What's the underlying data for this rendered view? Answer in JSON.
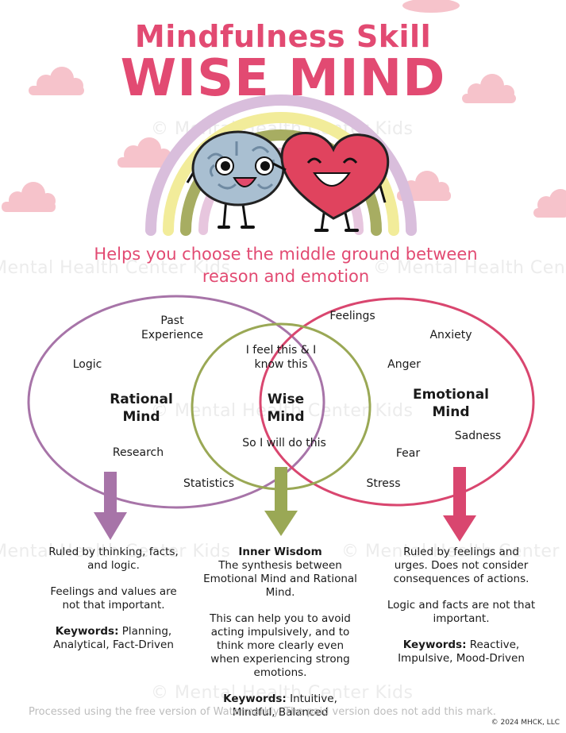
{
  "title_line1": "Mindfulness Skill",
  "title_line2": "WISE MIND",
  "subtitle": "Helps you choose the middle ground between reason and emotion",
  "watermark_text": "© Mental Health Center Kids",
  "venn": {
    "rational": {
      "label": "Rational Mind",
      "words": [
        "Past Experience",
        "Logic",
        "Research",
        "Statistics"
      ]
    },
    "wise": {
      "label": "Wise Mind",
      "top": "I feel this & I know this",
      "bottom": "So I will do this"
    },
    "emotional": {
      "label": "Emotional Mind",
      "words": [
        "Feelings",
        "Anxiety",
        "Anger",
        "Sadness",
        "Fear",
        "Stress"
      ]
    }
  },
  "columns": {
    "rational": {
      "p1": "Ruled by thinking, facts, and logic.",
      "p2": "Feelings and values are not that important.",
      "keywords_label": "Keywords:",
      "keywords": "Planning, Analytical, Fact-Driven"
    },
    "wise": {
      "heading": "Inner Wisdom",
      "p1": "The synthesis between Emotional Mind and Rational Mind.",
      "p2": "This can help you to avoid acting impulsively, and to think more clearly even when experiencing strong emotions.",
      "keywords_label": "Keywords:",
      "keywords": "Intuitive, Mindful, Balanced"
    },
    "emotional": {
      "p1": "Ruled by feelings and urges. Does not consider consequences of actions.",
      "p2": "Logic and facts are not that important.",
      "keywords_label": "Keywords:",
      "keywords": "Reactive, Impulsive, Mood-Driven"
    }
  },
  "footer_watermark": "Processed using the free version of Watermarkly. The paid version does not add this mark.",
  "copyright": "© 2024 MHCK, LLC",
  "colors": {
    "pink": "#e24a72",
    "purple": "#a774a8",
    "olive": "#9aa855",
    "rose": "#d9466f",
    "brain": "#a9bfd1",
    "heart": "#e0435e",
    "cloud": "#f6c3cb"
  }
}
